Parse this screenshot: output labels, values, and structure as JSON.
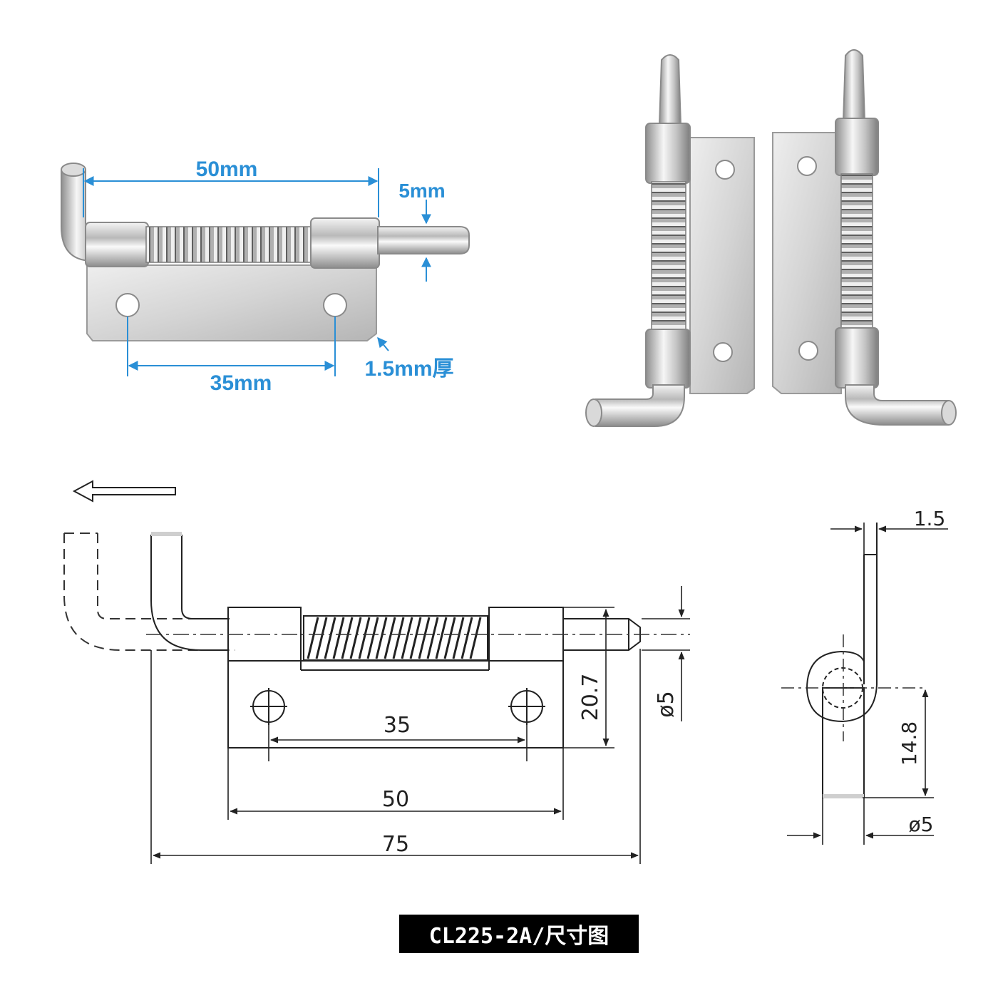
{
  "photo": {
    "labels": {
      "length": "50mm",
      "pin_diameter": "5mm",
      "hole_spacing": "35mm",
      "thickness": "1.5mm厚"
    },
    "label_color": "#2a8fd6"
  },
  "drawing": {
    "dims": {
      "hole_spacing": "35",
      "plate_length": "50",
      "total_length": "75",
      "height": "20.7",
      "pin_diameter": "ø5"
    },
    "side_dims": {
      "thickness": "1.5",
      "offset": "14.8",
      "diameter": "ø5"
    }
  },
  "caption": "CL225-2A/尺寸图"
}
